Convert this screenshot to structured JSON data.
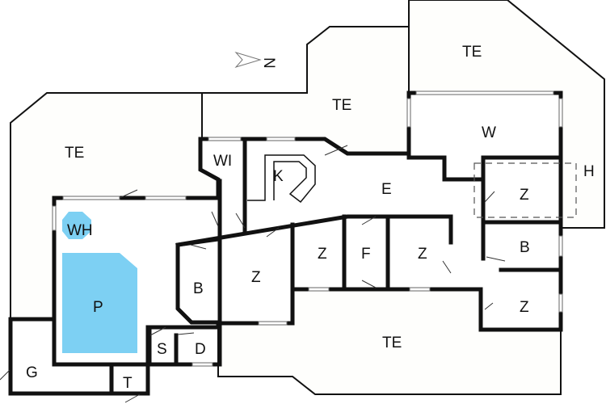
{
  "title": "Floor plan",
  "compass": {
    "label": "N",
    "icon": "north-arrow-icon"
  },
  "colors": {
    "pool": "#7dd0f3",
    "wall": "#111111",
    "background": "#ffffff"
  },
  "rooms": {
    "terrace_west": "TE",
    "terrace_center": "TE",
    "terrace_northeast": "TE",
    "terrace_south": "TE",
    "winter_garden": "W",
    "wi": "WI",
    "kitchen": "K",
    "hall": "E",
    "bedroom_sw": "Z",
    "bedroom_mid": "Z",
    "storage": "F",
    "bedroom_center": "Z",
    "bedroom_east": "Z",
    "bathroom_east": "B",
    "bedroom_se": "Z",
    "bathroom_west": "B",
    "hot_tub": "WH",
    "pool": "P",
    "sauna": "S",
    "shower": "D",
    "garage": "G",
    "toilet": "T",
    "loft": "H"
  }
}
